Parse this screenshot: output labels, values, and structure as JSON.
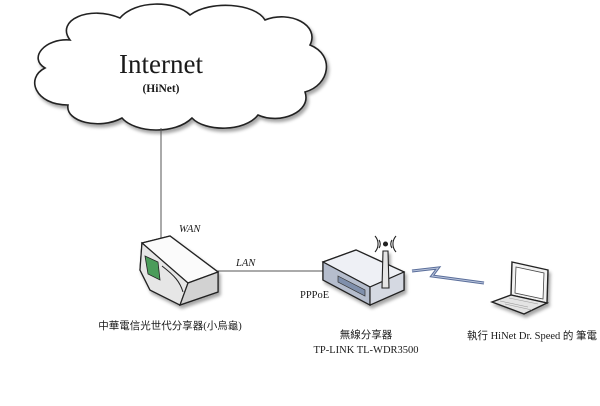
{
  "cloud": {
    "title": "Internet",
    "subtitle": "(HiNet)"
  },
  "links": {
    "wan_label": "WAN",
    "lan_label": "LAN",
    "pppoe_label": "PPPoE"
  },
  "modem": {
    "label": "中華電信光世代分享器(小烏龜)"
  },
  "router": {
    "label_line1": "無線分享器",
    "label_line2": "TP-LINK TL-WDR3500"
  },
  "laptop": {
    "label": "執行 HiNet Dr. Speed 的 筆電"
  },
  "colors": {
    "line": "#555555",
    "device_body": "#f4f4f4",
    "router_panel": "#7f8fab",
    "wireless_signal": "#5a6e9a"
  }
}
